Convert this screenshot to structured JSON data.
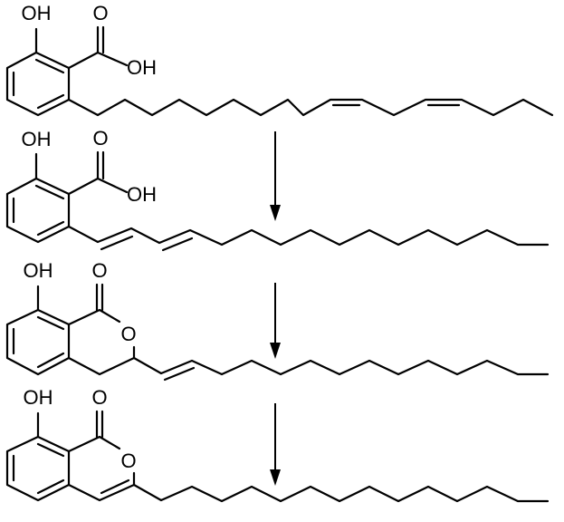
{
  "scheme": {
    "colors": {
      "ink": "#000000",
      "background": "#ffffff"
    },
    "compounds": [
      {
        "id": "c1",
        "labels": {
          "hydroxyl": "OH",
          "carbonyl_o": "O",
          "acid_oh": "OH"
        }
      },
      {
        "id": "c2",
        "labels": {
          "hydroxyl": "OH",
          "carbonyl_o": "O",
          "acid_oh": "OH"
        }
      },
      {
        "id": "c3",
        "labels": {
          "hydroxyl": "OH",
          "carbonyl_o": "O",
          "ring_o": "O"
        }
      },
      {
        "id": "c4",
        "labels": {
          "hydroxyl": "OH",
          "carbonyl_o": "O",
          "ring_o": "O"
        }
      }
    ],
    "arrows": [
      {
        "id": "a1",
        "from": "c1",
        "to": "c2"
      },
      {
        "id": "a2",
        "from": "c2",
        "to": "c3"
      },
      {
        "id": "a3",
        "from": "c3",
        "to": "c4"
      }
    ]
  }
}
